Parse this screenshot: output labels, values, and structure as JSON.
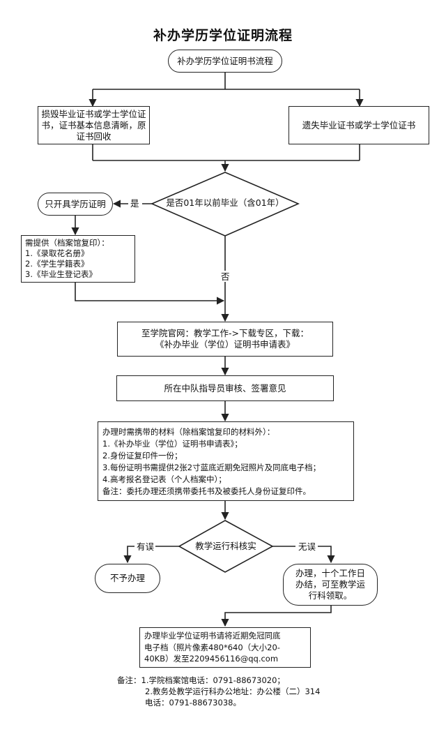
{
  "title": "补办学历学位证明流程",
  "start": "补办学历学位证明书流程",
  "branch_damaged": [
    "损毁毕业证书或学士学位证",
    "书，证书基本信息清晰，原",
    "证书回收"
  ],
  "branch_lost": "遗失毕业证书或学士学位证书",
  "decision1": "是否01年以前毕业（含01年）",
  "yes_label": "是",
  "no_label": "否",
  "only_education": "只开具学历证明",
  "archive_materials": [
    "需提供（档案馆复印）：",
    "1.《录取花名册》",
    "2.《学生学籍表》",
    "3.《毕业生登记表》"
  ],
  "download_step": [
    "至学院官网：教学工作->下载专区，下载：",
    "《补办毕业（学位）证明书申请表》"
  ],
  "review_step": "所在中队指导员审核、签署意见",
  "materials": [
    "办理时需携带的材料（除档案馆复印的材料外）：",
    "1.《补办毕业（学位）证明书申请表》；",
    "2.身份证复印件一份；",
    "3.每份证明书需提供2张2寸蓝底近期免冠照片及同底电子档；",
    "4.高考报名登记表（个人档案中）；",
    "备注：委托办理还须携带委托书及被委托人身份证复印件。"
  ],
  "decision2": "教学运行科核实",
  "error_label": "有误",
  "ok_label": "无误",
  "reject": "不予办理",
  "approve": [
    "办理，十个工作日",
    "办结，可至教学运",
    "行科领取。"
  ],
  "email_note": [
    "办理毕业学位证明书请将近期免冠同底",
    "电子档（照片像素480*640（大小20-",
    "40KB）发至2209456116@qq.com"
  ],
  "footer": [
    "备注：1.学院档案馆电话：0791-88673020；",
    "2.教务处教学运行科办公地址：办公楼（二）314",
    "电话：0791-88673038。"
  ]
}
